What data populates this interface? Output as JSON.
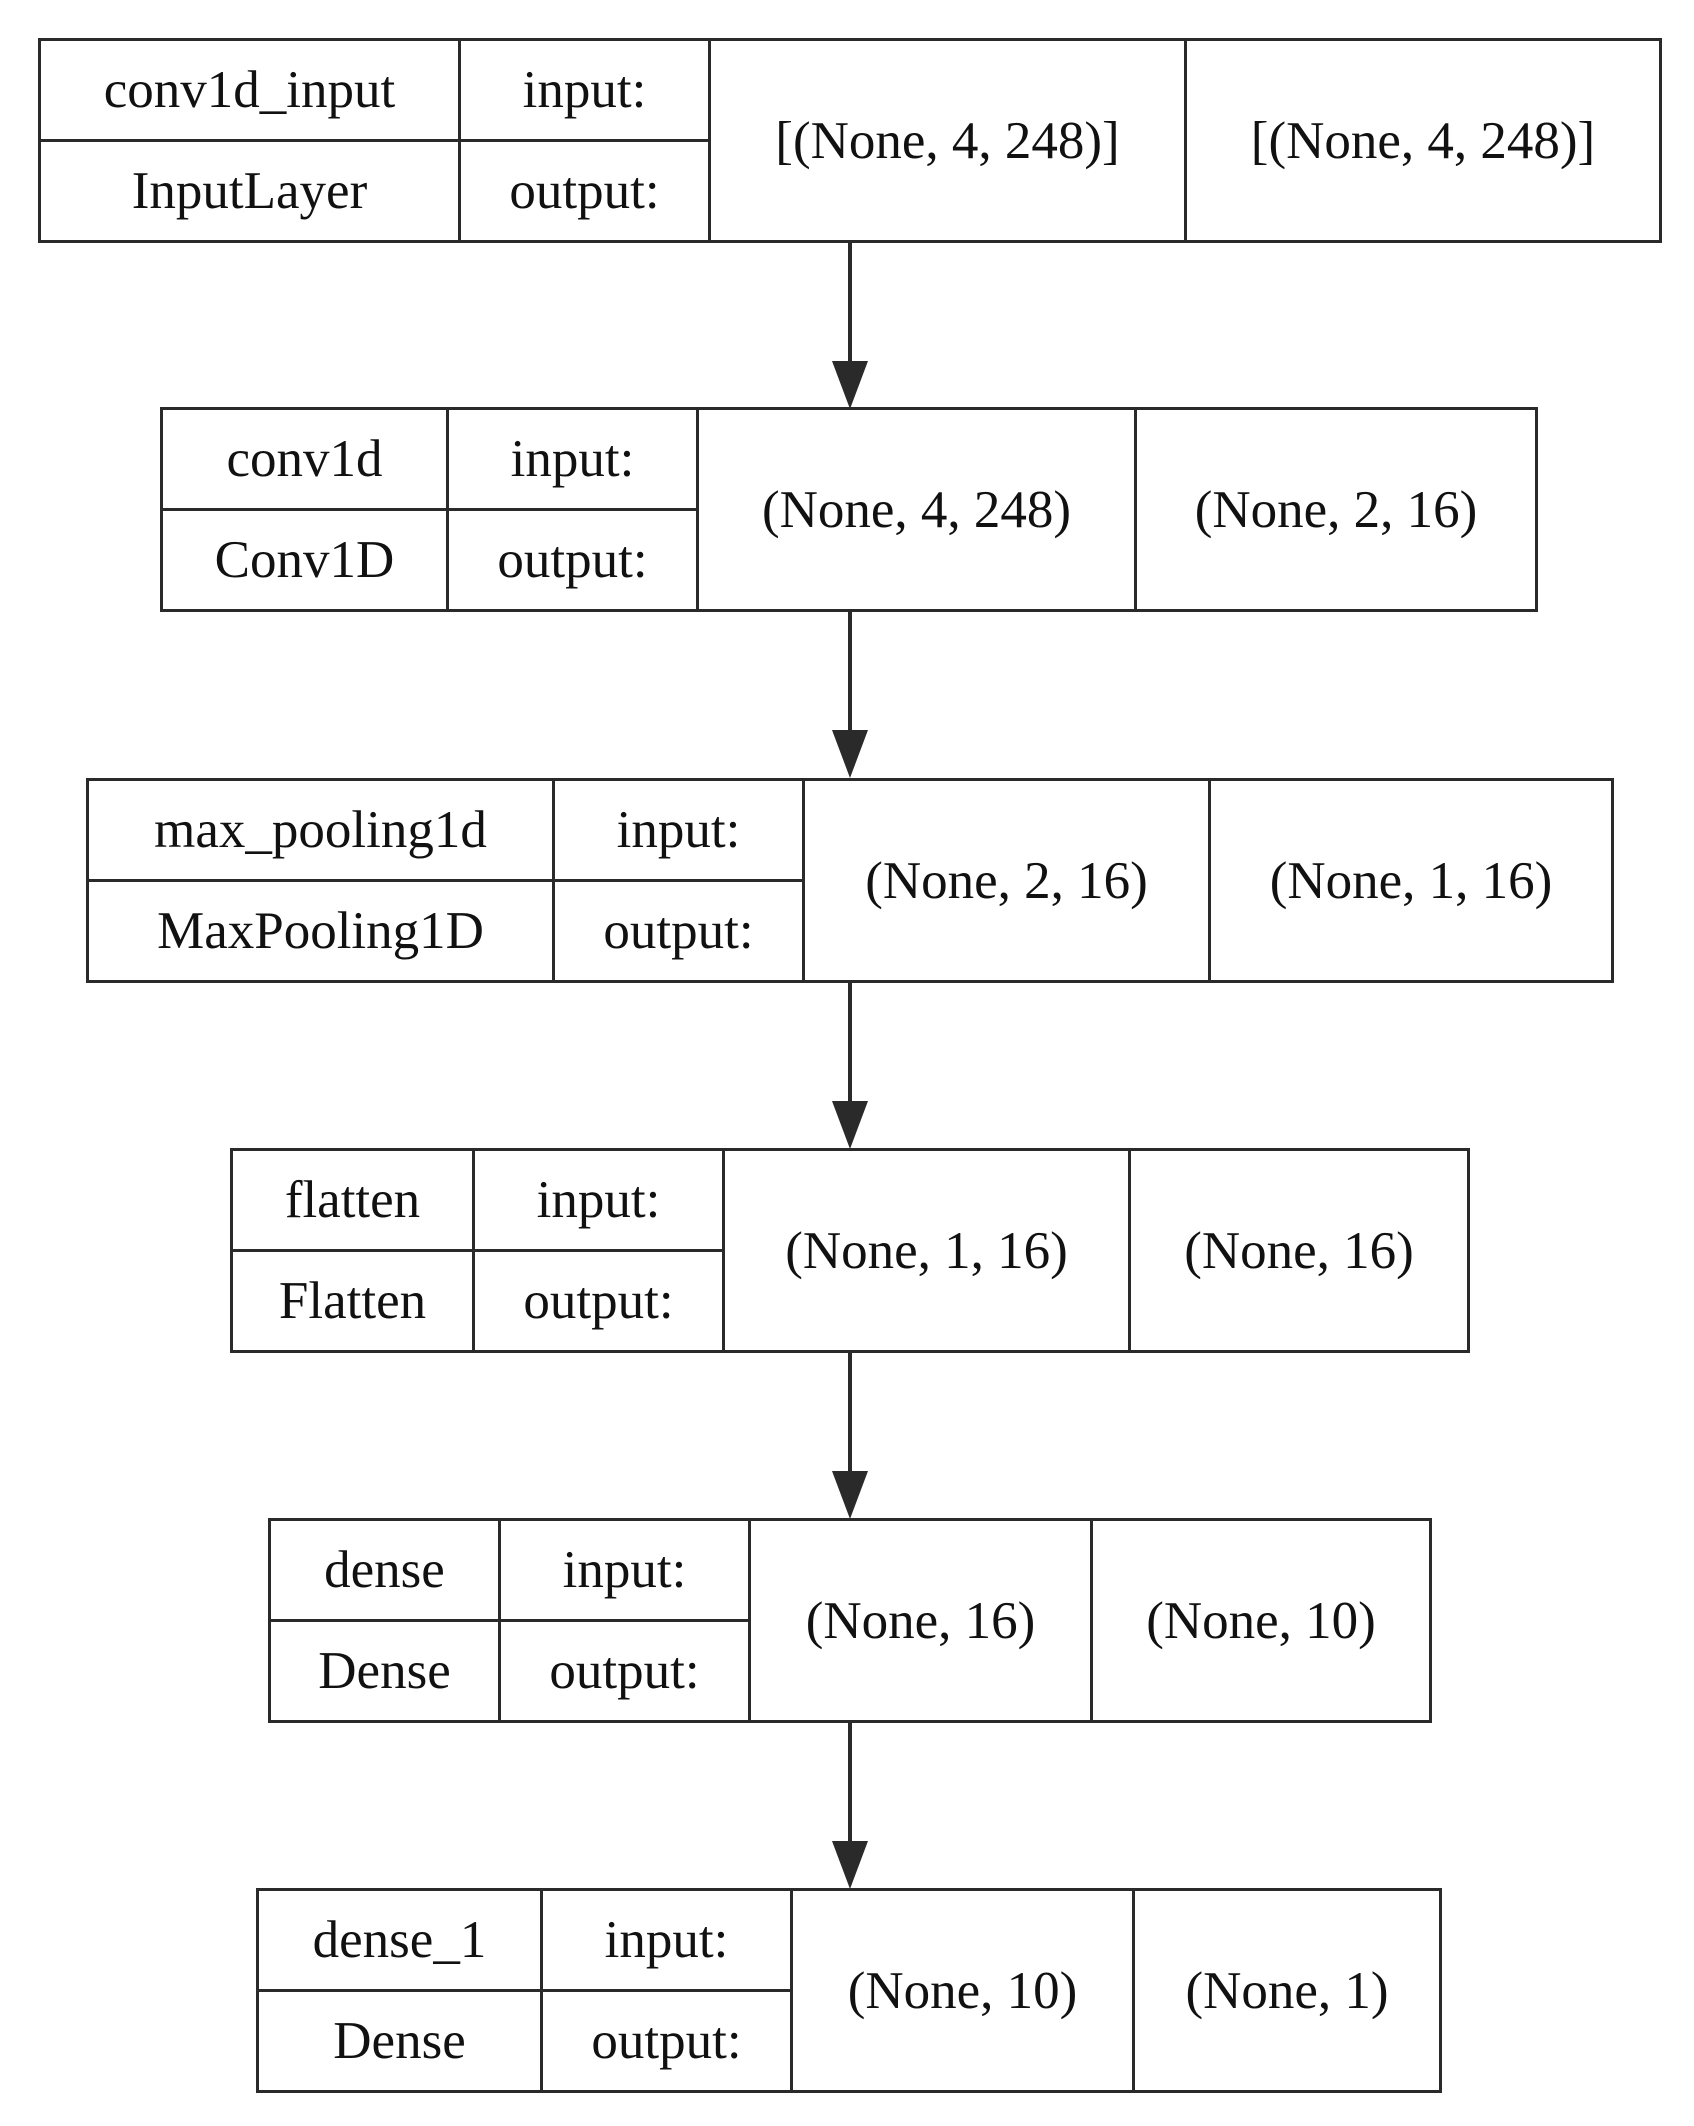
{
  "layers": [
    {
      "name": "conv1d_input",
      "type": "InputLayer",
      "input_label": "input:",
      "output_label": "output:",
      "input_shape": "[(None, 4, 248)]",
      "output_shape": "[(None, 4, 248)]"
    },
    {
      "name": "conv1d",
      "type": "Conv1D",
      "input_label": "input:",
      "output_label": "output:",
      "input_shape": "(None, 4, 248)",
      "output_shape": "(None, 2, 16)"
    },
    {
      "name": "max_pooling1d",
      "type": "MaxPooling1D",
      "input_label": "input:",
      "output_label": "output:",
      "input_shape": "(None, 2, 16)",
      "output_shape": "(None, 1, 16)"
    },
    {
      "name": "flatten",
      "type": "Flatten",
      "input_label": "input:",
      "output_label": "output:",
      "input_shape": "(None, 1, 16)",
      "output_shape": "(None, 16)"
    },
    {
      "name": "dense",
      "type": "Dense",
      "input_label": "input:",
      "output_label": "output:",
      "input_shape": "(None, 16)",
      "output_shape": "(None, 10)"
    },
    {
      "name": "dense_1",
      "type": "Dense",
      "input_label": "input:",
      "output_label": "output:",
      "input_shape": "(None, 10)",
      "output_shape": "(None, 1)"
    }
  ],
  "edges": [
    {
      "from": "conv1d_input",
      "to": "conv1d"
    },
    {
      "from": "conv1d",
      "to": "max_pooling1d"
    },
    {
      "from": "max_pooling1d",
      "to": "flatten"
    },
    {
      "from": "flatten",
      "to": "dense"
    },
    {
      "from": "dense",
      "to": "dense_1"
    }
  ]
}
